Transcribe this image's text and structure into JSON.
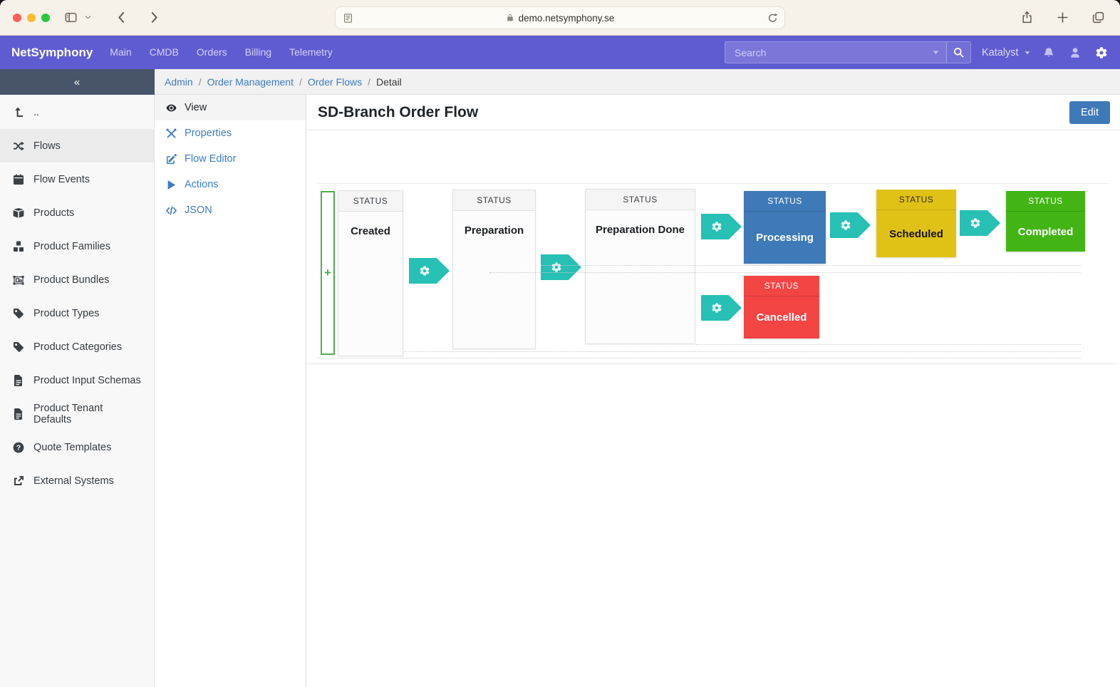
{
  "browser": {
    "url": "demo.netsymphony.se",
    "traffic_lights": {
      "close": "#ff5f57",
      "minimize": "#febc2e",
      "zoom": "#28c840"
    }
  },
  "navbar": {
    "brand": "NetSymphony",
    "links": [
      "Main",
      "CMDB",
      "Orders",
      "Billing",
      "Telemetry"
    ],
    "search_placeholder": "Search",
    "user_menu_label": "Katalyst",
    "background": "#5f5cd2"
  },
  "sidebar": {
    "collapse_label": "«",
    "items": [
      {
        "icon": "level-up-icon",
        "label": "..",
        "active": false
      },
      {
        "icon": "shuffle-icon",
        "label": "Flows",
        "active": true
      },
      {
        "icon": "calendar-icon",
        "label": "Flow Events",
        "active": false
      },
      {
        "icon": "box-open-icon",
        "label": "Products",
        "active": false
      },
      {
        "icon": "cubes-icon",
        "label": "Product Families",
        "active": false
      },
      {
        "icon": "object-group-icon",
        "label": "Product Bundles",
        "active": false
      },
      {
        "icon": "tag-icon",
        "label": "Product Types",
        "active": false
      },
      {
        "icon": "tag-icon",
        "label": "Product Categories",
        "active": false
      },
      {
        "icon": "file-icon",
        "label": "Product Input Schemas",
        "active": false
      },
      {
        "icon": "file-icon",
        "label": "Product Tenant Defaults",
        "active": false
      },
      {
        "icon": "question-circle-icon",
        "label": "Quote Templates",
        "active": false
      },
      {
        "icon": "external-link-icon",
        "label": "External Systems",
        "active": false
      }
    ]
  },
  "breadcrumb": [
    {
      "label": "Admin",
      "link": true
    },
    {
      "label": "Order Management",
      "link": true
    },
    {
      "label": "Order Flows",
      "link": true
    },
    {
      "label": "Detail",
      "link": false
    }
  ],
  "detail_menu": [
    {
      "icon": "eye-icon",
      "label": "View",
      "active": true
    },
    {
      "icon": "tools-icon",
      "label": "Properties",
      "active": false
    },
    {
      "icon": "edit-icon",
      "label": "Flow Editor",
      "active": false
    },
    {
      "icon": "play-icon",
      "label": "Actions",
      "active": false
    },
    {
      "icon": "code-icon",
      "label": "JSON",
      "active": false
    }
  ],
  "page": {
    "title": "SD-Branch Order Flow",
    "edit_button": "Edit"
  },
  "flow": {
    "card_header": "STATUS",
    "add_button_label": "+",
    "nodes": [
      {
        "label": "Created",
        "variant": "default"
      },
      {
        "label": "Preparation",
        "variant": "default"
      },
      {
        "label": "Preparation Done",
        "variant": "default"
      },
      {
        "label": "Processing",
        "variant": "primary"
      },
      {
        "label": "Scheduled",
        "variant": "warning"
      },
      {
        "label": "Completed",
        "variant": "success"
      },
      {
        "label": "Cancelled",
        "variant": "danger"
      }
    ],
    "transition_count": 6,
    "colors": {
      "primary": "#3d7ab7",
      "warning": "#e0c216",
      "success": "#42b515",
      "danger": "#f44545",
      "transition": "#26c0b4",
      "add": "#4cae4c"
    }
  }
}
